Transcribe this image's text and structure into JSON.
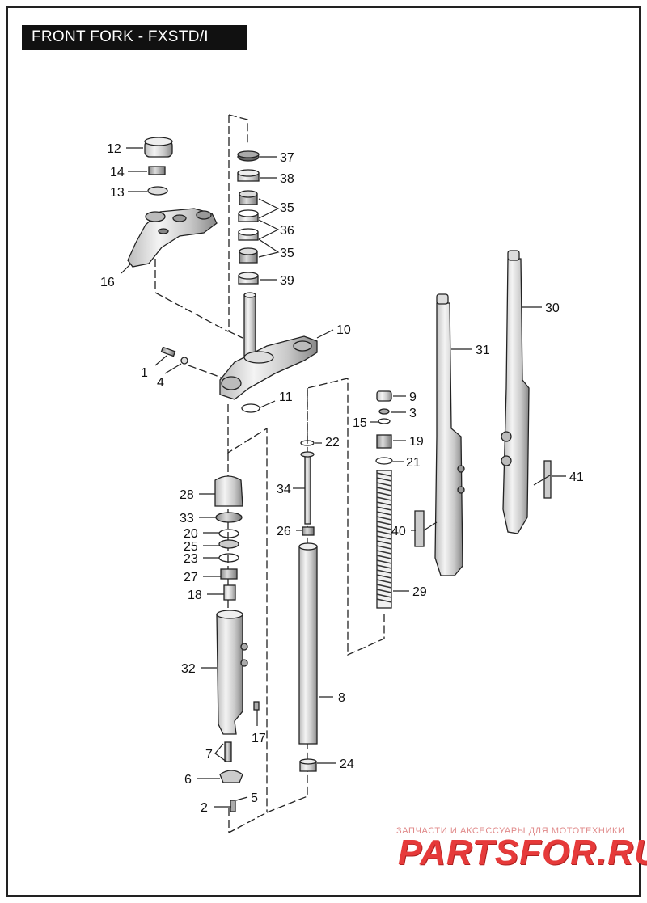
{
  "title": "FRONT FORK - FXSTD/I",
  "watermark": {
    "tagline": "ЗАПЧАСТИ И АКСЕССУАРЫ ДЛЯ МОТОТЕХНИКИ",
    "brand": "PARTSFOR.RU"
  },
  "callouts": [
    "37",
    "38",
    "35",
    "36",
    "35",
    "39",
    "12",
    "14",
    "13",
    "16",
    "10",
    "1",
    "4",
    "11",
    "9",
    "3",
    "15",
    "19",
    "21",
    "22",
    "34",
    "26",
    "28",
    "33",
    "20",
    "25",
    "23",
    "27",
    "18",
    "32",
    "17",
    "7",
    "6",
    "2",
    "5",
    "8",
    "24",
    "29",
    "40",
    "31",
    "30",
    "41"
  ]
}
